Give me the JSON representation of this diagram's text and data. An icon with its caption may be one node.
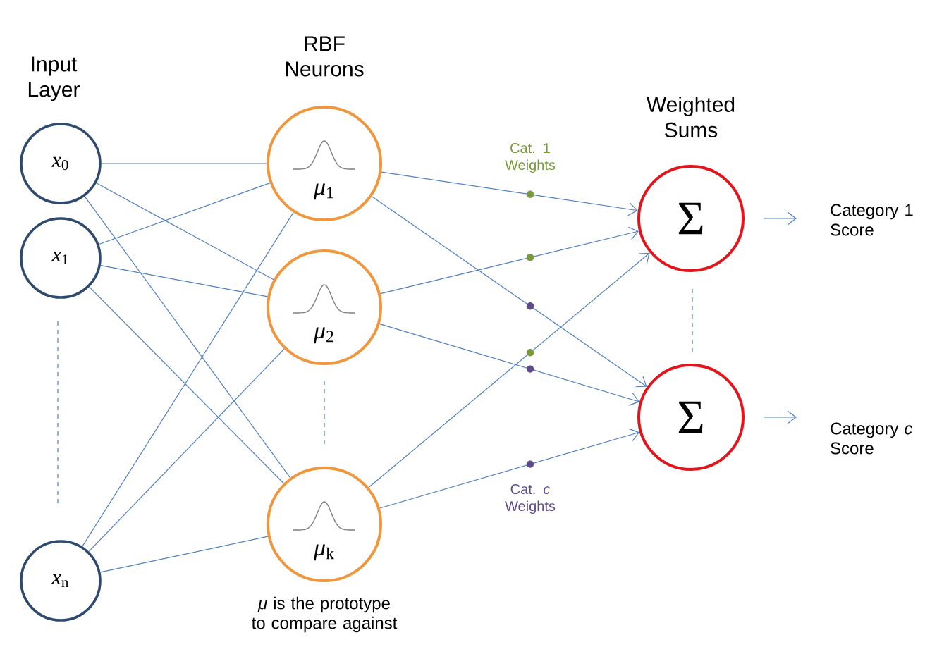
{
  "diagram": {
    "nodes": [
      {
        "text": [
          "*x*$_{0}$"
        ]
      },
      {
        "text": [
          "*x*$_{1}$"
        ]
      },
      {
        "text": [
          "*x*$_{n}$"
        ]
      },
      {
        "text": [
          "*μ*$_{1}$"
        ]
      },
      {
        "text": [
          "*μ*$_{2}$"
        ]
      },
      {
        "text": [
          "*μ*$_{k}$"
        ],
        "beside": [
          "*μ* is the prototype to compare against"
        ]
      },
      {
        "text": [
          "Σ"
        ]
      },
      {
        "text": [
          "Σ"
        ]
      },
      {
        "text": [
          "Category 1 Score"
        ]
      },
      {
        "text": [
          "Category *c* Score"
        ]
      }
    ],
    "edges": [
      {
        "from": 0,
        "to": 3,
        "arrow": "none"
      },
      {
        "from": 0,
        "to": 4,
        "arrow": "none"
      },
      {
        "from": 0,
        "to": 5,
        "arrow": "none"
      },
      {
        "from": 1,
        "to": 3,
        "arrow": "none"
      },
      {
        "from": 1,
        "to": 4,
        "arrow": "none"
      },
      {
        "from": 1,
        "to": 5,
        "arrow": "none"
      },
      {
        "from": 2,
        "to": 3,
        "arrow": "none"
      },
      {
        "from": 2,
        "to": 4,
        "arrow": "none"
      },
      {
        "from": 2,
        "to": 5,
        "arrow": "none"
      },
      {
        "from": 3,
        "to": 6,
        "arrow": "to"
      },
      {
        "from": 3,
        "to": 7,
        "arrow": "to"
      },
      {
        "from": 4,
        "to": 6,
        "arrow": "to"
      },
      {
        "from": 4,
        "to": 7,
        "arrow": "to"
      },
      {
        "from": 5,
        "to": 6,
        "arrow": "to"
      },
      {
        "from": 5,
        "to": 7,
        "arrow": "to"
      },
      {
        "from": 6,
        "to": 8,
        "arrow": "to"
      },
      {
        "from": 7,
        "to": 9,
        "arrow": "to"
      }
    ],
    "labels": [
      "Input Layer",
      "RBF Neurons",
      "Cat. 1 Weights",
      "Weighted Sums",
      "Cat. *c* Weights"
    ]
  }
}
